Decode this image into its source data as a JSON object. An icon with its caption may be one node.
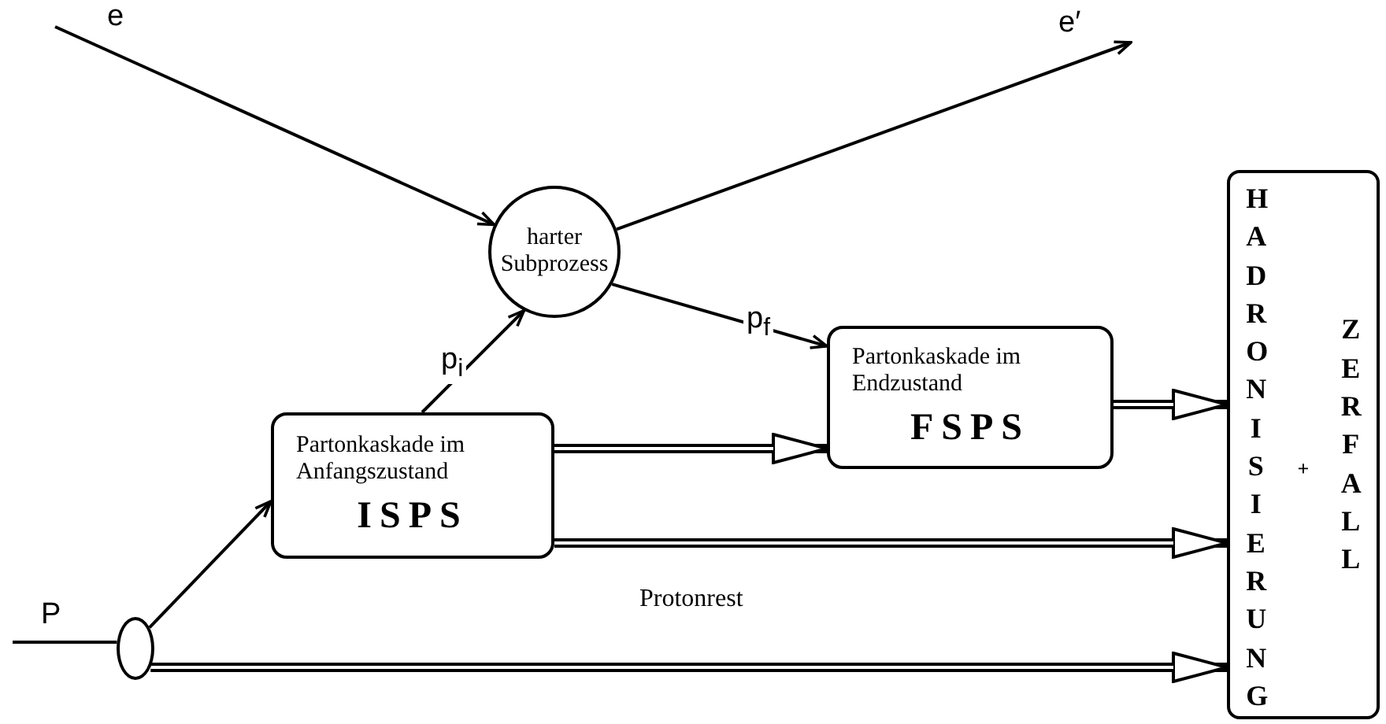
{
  "diagram": {
    "nodes": [
      {
        "text": [
          "harter Subprozess"
        ]
      },
      {
        "text": [
          "Partonkaskade im Anfangszustand",
          "ISPS"
        ]
      },
      {
        "text": [
          "Partonkaskade im Endzustand",
          "FSPS"
        ]
      },
      {
        "text": [
          "HADRONISIERUNG",
          "+",
          "ZERFALL"
        ]
      },
      {
        "text": [],
        "shape": "circle"
      }
    ],
    "edges": [
      {
        "from": null,
        "to": 0,
        "arrow": "to",
        "label": "e"
      },
      {
        "from": 0,
        "to": null,
        "arrow": "to",
        "label": "e′"
      },
      {
        "from": null,
        "to": 4,
        "arrow": "none",
        "label": "P"
      },
      {
        "from": 4,
        "to": 1,
        "arrow": "to"
      },
      {
        "from": 1,
        "to": 0,
        "arrow": "to",
        "label": "p$_{i}$"
      },
      {
        "from": 0,
        "to": 2,
        "arrow": "to",
        "label": "p$_{f}$"
      },
      {
        "from": 1,
        "to": 2,
        "arrow": "to",
        "style": "thick"
      },
      {
        "from": 2,
        "to": 3,
        "arrow": "to",
        "style": "thick"
      },
      {
        "from": 1,
        "to": 3,
        "arrow": "to",
        "style": "thick"
      },
      {
        "from": 4,
        "to": 3,
        "arrow": "to",
        "style": "thick",
        "label": "Protonrest"
      }
    ]
  }
}
